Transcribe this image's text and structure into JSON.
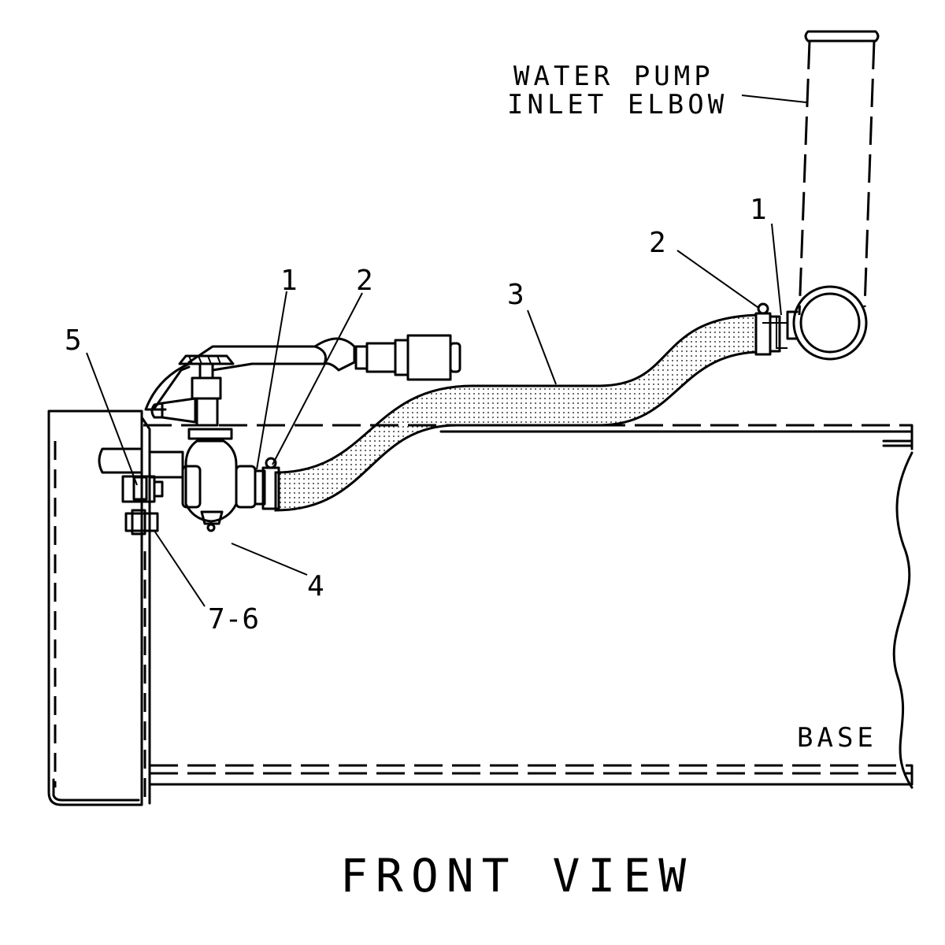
{
  "diagram": {
    "title": "FRONT VIEW",
    "tags": {
      "elbow_line1": "WATER PUMP",
      "elbow_line2": "INLET ELBOW",
      "base": "BASE"
    },
    "callouts": [
      {
        "id": "c-1-right",
        "text": "1"
      },
      {
        "id": "c-2-right",
        "text": "2"
      },
      {
        "id": "c-3",
        "text": "3"
      },
      {
        "id": "c-1-left",
        "text": "1"
      },
      {
        "id": "c-2-left",
        "text": "2"
      },
      {
        "id": "c-5",
        "text": "5"
      },
      {
        "id": "c-4",
        "text": "4"
      },
      {
        "id": "c-7-6",
        "text": "7-6"
      }
    ],
    "colors": {
      "line": "#000000",
      "background": "#ffffff"
    }
  }
}
